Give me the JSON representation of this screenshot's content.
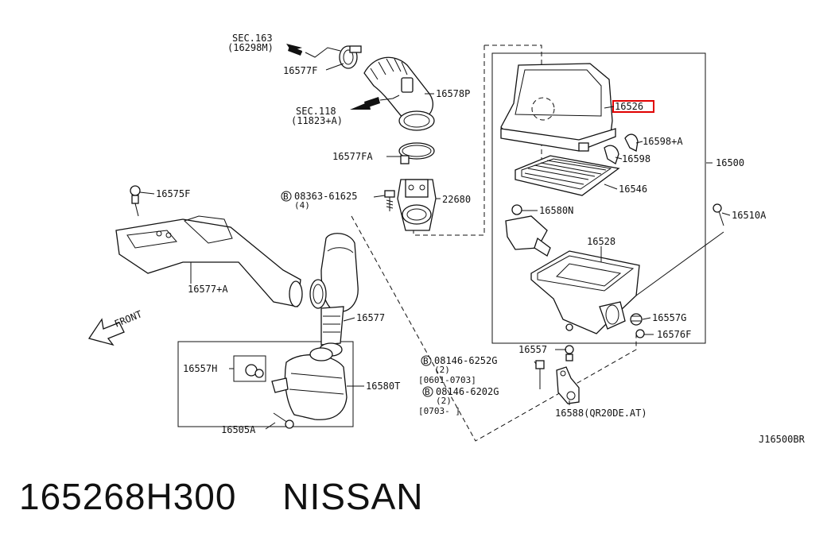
{
  "labels": {
    "sec163": "SEC.163",
    "sec163_ref": "(16298M)",
    "p16577F": "16577F",
    "p16578P": "16578P",
    "sec118": "SEC.118",
    "sec118_ref": "(11823+A)",
    "p16577FA": "16577FA",
    "bolt_08363": "08363-61625",
    "bolt_08363_qty": "(4)",
    "p22680": "22680",
    "p16575F": "16575F",
    "p16577A": "16577+A",
    "front": "FRONT",
    "p16577": "16577",
    "p16557H": "16557H",
    "p16580T": "16580T",
    "p16505A": "16505A",
    "p16526": "16526",
    "p16598A": "16598+A",
    "p16598": "16598",
    "p16500": "16500",
    "p16546": "16546",
    "p16580N": "16580N",
    "p16510A": "16510A",
    "p16528": "16528",
    "p16557G": "16557G",
    "p16576F": "16576F",
    "p16557": "16557",
    "bolt_08146_6252G": "08146-6252G",
    "bolt_6252G_qty": "(2)",
    "range_0601": "[0601-0703]",
    "bolt_08146_6202G": "08146-6202G",
    "bolt_6202G_qty": "(2)",
    "range_0703": "[0703-    ]",
    "p16588": "16588(QR20DE.AT)",
    "diagram_code": "J16500BR",
    "circle_b": "B"
  },
  "caption": {
    "part_number": "165268H300",
    "maker": "NISSAN"
  },
  "highlight_color": "#e00000"
}
